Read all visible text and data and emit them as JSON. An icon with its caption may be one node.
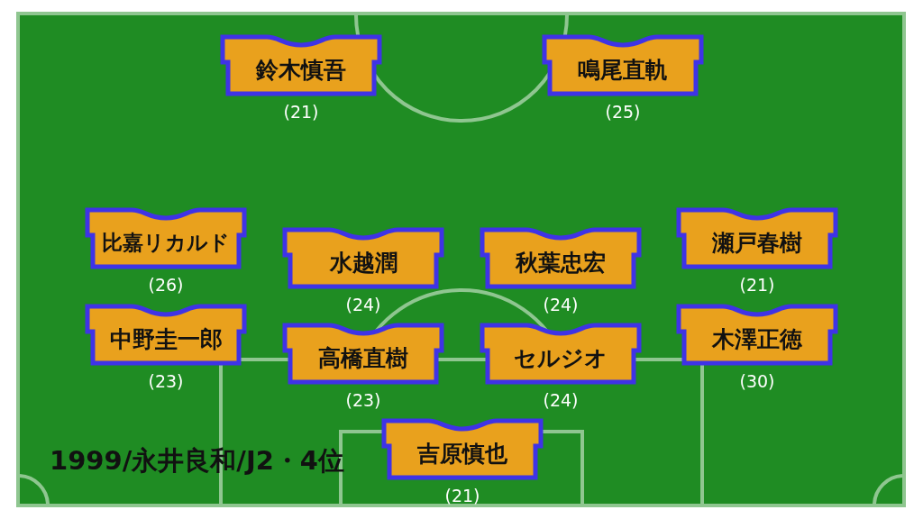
{
  "diagram": {
    "title": "1999/永井良和/J2・4位",
    "nodes": [
      {
        "text": [
          "鈴木慎吾"
        ],
        "beside": [
          "(21)"
        ]
      },
      {
        "text": [
          "鳴尾直軌"
        ],
        "beside": [
          "(25)"
        ]
      },
      {
        "text": [
          "比嘉リカルド"
        ],
        "beside": [
          "(26)"
        ]
      },
      {
        "text": [
          "水越潤"
        ],
        "beside": [
          "(24)"
        ]
      },
      {
        "text": [
          "秋葉忠宏"
        ],
        "beside": [
          "(24)"
        ]
      },
      {
        "text": [
          "瀬戸春樹"
        ],
        "beside": [
          "(21)"
        ]
      },
      {
        "text": [
          "中野圭一郎"
        ],
        "beside": [
          "(23)"
        ]
      },
      {
        "text": [
          "高橋直樹"
        ],
        "beside": [
          "(23)"
        ]
      },
      {
        "text": [
          "セルジオ"
        ],
        "beside": [
          "(24)"
        ]
      },
      {
        "text": [
          "木澤正徳"
        ],
        "beside": [
          "(30)"
        ]
      },
      {
        "text": [
          "吉原慎也"
        ],
        "beside": [
          "(21)"
        ]
      }
    ]
  }
}
